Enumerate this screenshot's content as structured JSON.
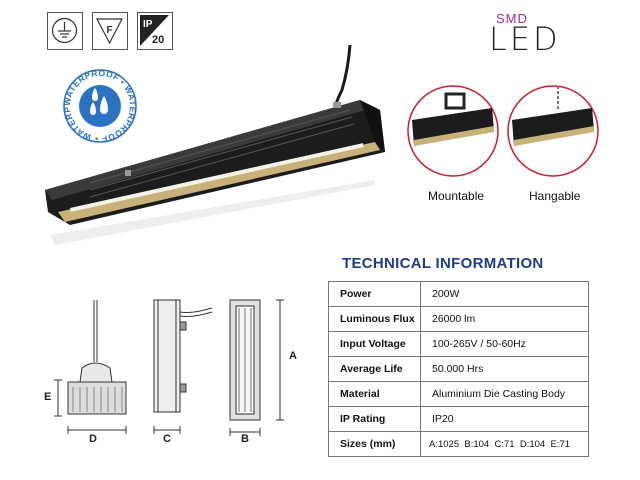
{
  "certification_icons": {
    "ground": "ground-icon",
    "f_mark": "F",
    "ip_top": "IP",
    "ip_bottom": "20"
  },
  "brand": {
    "top": "SMD",
    "main": "LED",
    "top_color": "#b0278f"
  },
  "badge": {
    "text": "WATERPROOF • WATERPROOF • WATERPROOF •",
    "color": "#2b73c2"
  },
  "mounting": {
    "mountable": "Mountable",
    "hangable": "Hangable",
    "ring_color": "#c8202f"
  },
  "tech": {
    "title": "TECHNICAL INFORMATION",
    "rows": [
      {
        "label": "Power",
        "value": "200W"
      },
      {
        "label": "Luminous Flux",
        "value": "26000 lm"
      },
      {
        "label": "Input Voltage",
        "value": "100-265V / 50-60Hz"
      },
      {
        "label": "Average Life",
        "value": "50.000 Hrs"
      },
      {
        "label": "Material",
        "value": "Aluminium Die Casting Body"
      },
      {
        "label": "IP Rating",
        "value": "IP20"
      },
      {
        "label": "Sizes (mm)",
        "value": "A:1025  B:104  C:71  D:104  E:71"
      }
    ]
  },
  "dimensions": {
    "a": "A",
    "b": "B",
    "c": "C",
    "d": "D",
    "e": "E"
  }
}
